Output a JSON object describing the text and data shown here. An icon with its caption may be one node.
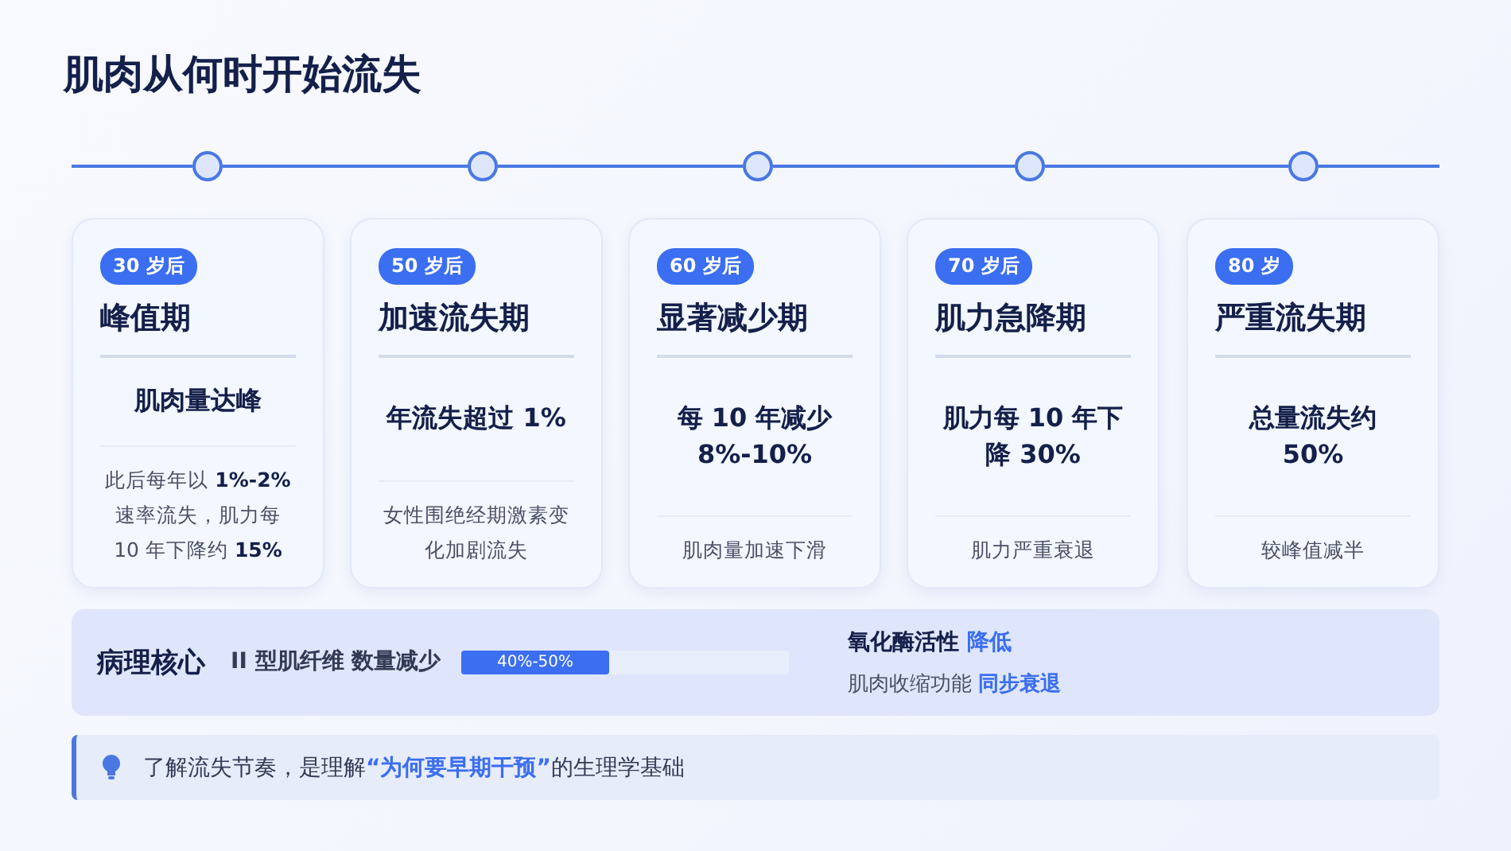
{
  "diagram": {
    "title": "肌肉从何时开始流失",
    "nodes": [
      {
        "text": [],
        "shape": "circle"
      },
      {
        "text": [],
        "shape": "circle"
      },
      {
        "text": [],
        "shape": "circle"
      },
      {
        "text": [],
        "shape": "circle"
      },
      {
        "text": [],
        "shape": "circle"
      },
      {
        "text": [
          "30 岁后",
          "峰值期",
          "肌肉量达峰",
          "此后每年以 **1%-2%** 速率流失，肌力每 10 年下降约 **15%**"
        ]
      },
      {
        "text": [
          "50 岁后",
          "加速流失期",
          "年流失超过 1%",
          "女性围绝经期激素变化加剧流失"
        ]
      },
      {
        "text": [
          "60 岁后",
          "显著减少期",
          "每 10 年减少 8%-10%",
          "肌肉量加速下滑"
        ]
      },
      {
        "text": [
          "70 岁后",
          "肌力急降期",
          "肌力每 10 年下降 30%",
          "肌力严重衰退"
        ]
      },
      {
        "text": [
          "80 岁",
          "严重流失期",
          "总量流失约 50%",
          "较峰值减半"
        ]
      },
      {
        "text": [
          "病理核心",
          "II 型肌纤维 数量减少",
          "氧化酶活性 **降低**",
          "肌肉收缩功能 **同步衰退**"
        ]
      },
      {
        "text": [
          "40%-50%"
        ],
        "in": 10
      },
      {
        "text": [
          "了解流失节奏，是理解**“为何要早期干预”**的生理学基础"
        ]
      }
    ],
    "edges": [
      {
        "from": 0,
        "to": 1,
        "arrow": "none"
      },
      {
        "from": 1,
        "to": 2,
        "arrow": "none"
      },
      {
        "from": 2,
        "to": 3,
        "arrow": "none"
      },
      {
        "from": 3,
        "to": 4,
        "arrow": "none"
      }
    ]
  }
}
